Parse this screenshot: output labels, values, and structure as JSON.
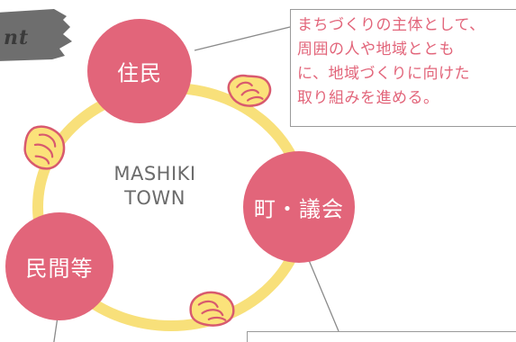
{
  "diagram": {
    "tab_text": "nt",
    "center": {
      "line1": "MASHIKI",
      "line2": "TOWN"
    },
    "nodes": [
      {
        "id": "residents",
        "label": "住民"
      },
      {
        "id": "town-council",
        "label": "町・議会"
      },
      {
        "id": "private-sector",
        "label": "民間等"
      }
    ],
    "callout": {
      "text": "まちづくりの主体として、\n周囲の人や地域ととも\nに、地域づくりに向けた\n取り組みを進める。"
    }
  },
  "colors": {
    "node_fill": "#e2657a",
    "ring": "#f8e07a",
    "hand_fill": "#fbe27a",
    "hand_outline": "#d85a6e",
    "tab_fill": "#6e6e6e",
    "callout_text": "#e2657a",
    "center_text": "#6b6b6b",
    "leader_line": "#8a8a8a"
  }
}
